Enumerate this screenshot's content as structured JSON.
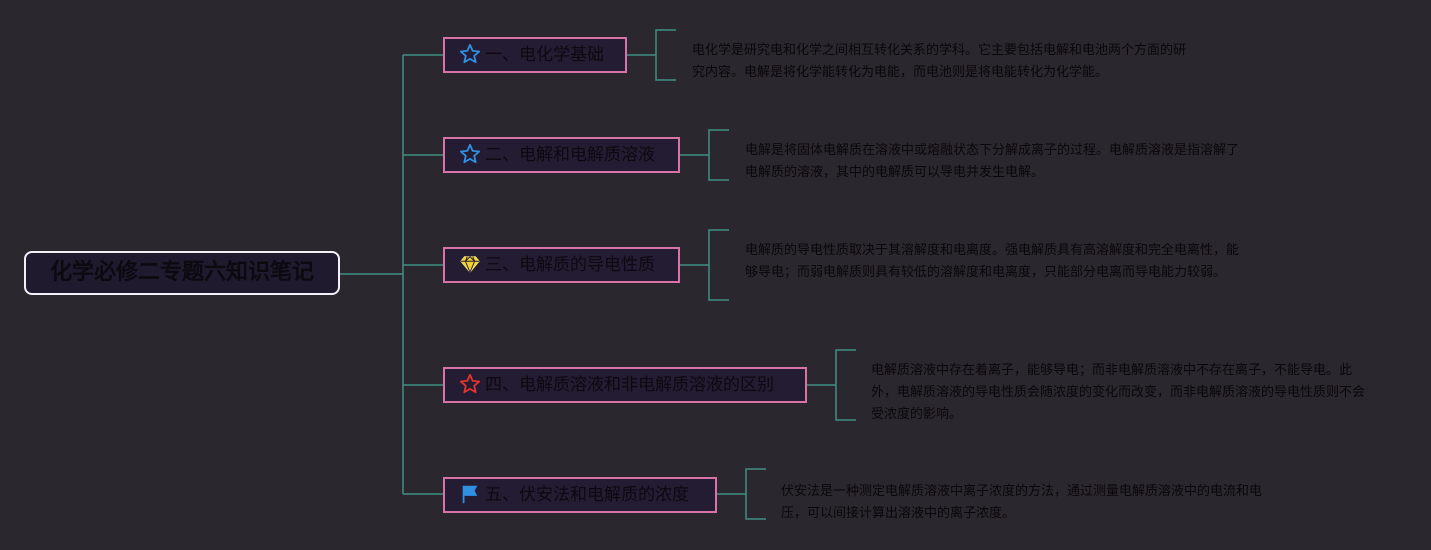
{
  "root": {
    "title": "化学必修二专题六知识笔记"
  },
  "topics": [
    {
      "label": "一、电化学基础",
      "icon": "star-outline-icon",
      "icon_color": "#2f8fe0",
      "note": "电化学是研究电和化学之间相互转化关系的学科。它主要包括电解和电池两个方面的研究内容。电解是将化学能转化为电能，而电池则是将电能转化为化学能。"
    },
    {
      "label": "二、电解和电解质溶液",
      "icon": "star-outline-icon",
      "icon_color": "#2f8fe0",
      "note": "电解是将固体电解质在溶液中或熔融状态下分解成离子的过程。电解质溶液是指溶解了电解质的溶液，其中的电解质可以导电并发生电解。"
    },
    {
      "label": "三、电解质的导电性质",
      "icon": "diamond-icon",
      "icon_color": "#f2d22e",
      "note": "电解质的导电性质取决于其溶解度和电离度。强电解质具有高溶解度和完全电离性，能够导电；而弱电解质则具有较低的溶解度和电离度，只能部分电离而导电能力较弱。"
    },
    {
      "label": "四、电解质溶液和非电解质溶液的区别",
      "icon": "star-red-icon",
      "icon_color": "#e0342f",
      "note": "电解质溶液中存在着离子，能够导电；而非电解质溶液中不存在离子，不能导电。此外，电解质溶液的导电性质会随浓度的变化而改变，而非电解质溶液的导电性质则不会受浓度的影响。"
    },
    {
      "label": "五、伏安法和电解质的浓度",
      "icon": "flag-icon",
      "icon_color": "#2f8fe0",
      "note": "伏安法是一种测定电解质溶液中离子浓度的方法，通过测量电解质溶液中的电流和电压，可以间接计算出溶液中的离子浓度。"
    }
  ],
  "colors": {
    "background": "#2b272e",
    "connector": "#3f8f84",
    "topic_border": "#d873a8",
    "root_border": "#f2f0f4"
  }
}
